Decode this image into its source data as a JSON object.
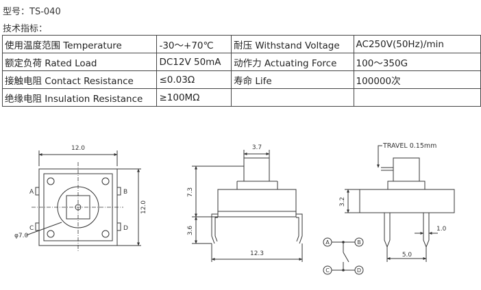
{
  "header": {
    "model_label": "型号：",
    "model_value": "TS-040",
    "specs_title": "技术指标："
  },
  "specs": [
    {
      "label1": "使用温度范围 Temperature",
      "value1": "-30～+70℃",
      "label2": "耐压 Withstand Voltage",
      "value2": "AC250V(50Hz)/min"
    },
    {
      "label1": "额定负荷 Rated Load",
      "value1": "DC12V 50mA",
      "label2": "动作力 Actuating Force",
      "value2": "100～350G"
    },
    {
      "label1": "接触电阻 Contact Resistance",
      "value1": "≤0.03Ω",
      "label2": "寿命 Life",
      "value2": "100000次"
    },
    {
      "label1": "绝缘电阻 Insulation Resistance",
      "value1": "≥100MΩ",
      "label2": "",
      "value2": ""
    }
  ],
  "drawings": {
    "top_view": {
      "width_dim": "12.0",
      "height_dim": "12.0",
      "diameter_dim": "φ7.0",
      "pin_a": "A",
      "pin_b": "B",
      "pin_c": "C",
      "pin_d": "D"
    },
    "front_view": {
      "cap_width_dim": "3.7",
      "height_dim": "7.3",
      "pin_length_dim": "3.6",
      "overall_width_dim": "12.3"
    },
    "side_view": {
      "travel_label": "TRAVEL 0.15mm",
      "body_height_dim": "3.2",
      "pin_gap_dim": "1.0",
      "pin_pitch_dim": "5.0"
    },
    "schematic": {
      "a": "A",
      "b": "B",
      "c": "C",
      "d": "D"
    }
  }
}
